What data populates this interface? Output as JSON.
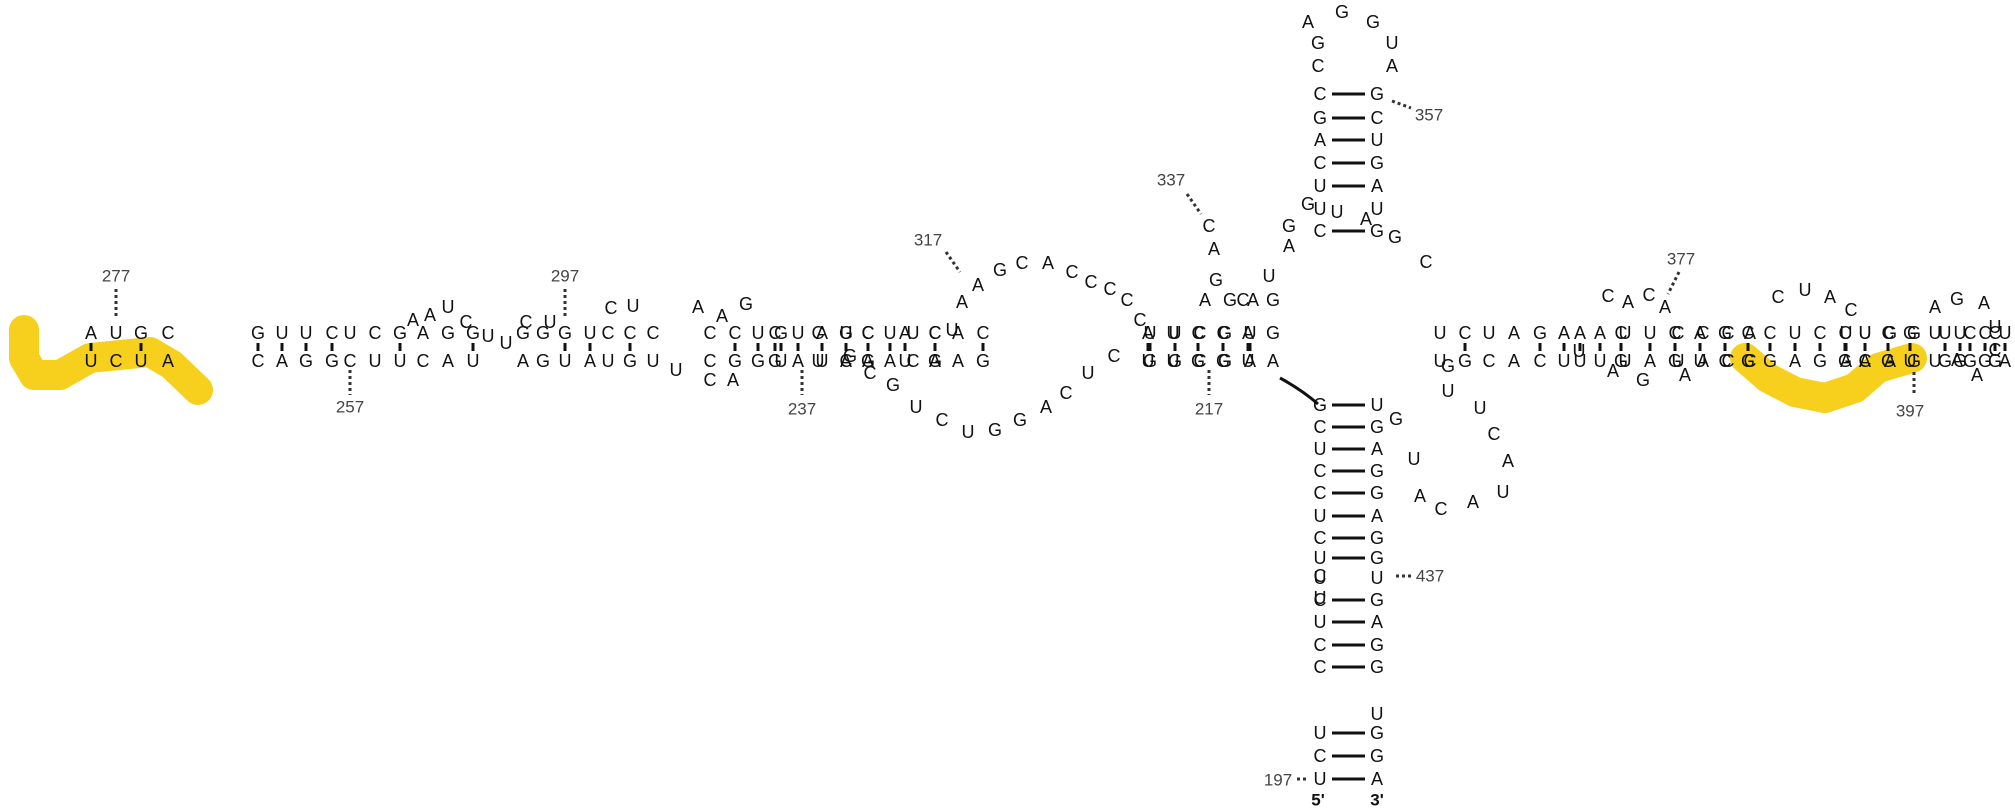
{
  "highlight_color": "#f7cf1d",
  "end_labels": {
    "five_prime": "5'",
    "three_prime": "3'"
  },
  "position_labels": [
    "197",
    "217",
    "237",
    "257",
    "277",
    "297",
    "317",
    "337",
    "357",
    "377",
    "397",
    "437"
  ],
  "pairs": [
    [
      "U",
      "A"
    ],
    [
      "C",
      "G"
    ],
    [
      "U",
      "G"
    ],
    [
      "C",
      "G"
    ],
    [
      "C",
      "G"
    ],
    [
      "U",
      "A"
    ],
    [
      "C",
      "G"
    ],
    [
      "U",
      "G"
    ],
    [
      "U",
      "U"
    ],
    [
      "G",
      "U"
    ],
    [
      "C",
      "G"
    ],
    [
      "U",
      "A"
    ],
    [
      "C",
      "G"
    ],
    [
      "C",
      "G"
    ],
    [
      "U",
      "A"
    ],
    [
      "C",
      "G"
    ],
    [
      "C",
      "G"
    ],
    [
      "G",
      "C"
    ],
    [
      "A",
      "U"
    ],
    [
      "C",
      "G"
    ],
    [
      "U",
      "A"
    ],
    [
      "U",
      "U"
    ],
    [
      "C",
      "G"
    ],
    [
      "G",
      "A"
    ],
    [
      "A",
      "U"
    ],
    [
      "C",
      "G"
    ],
    [
      "C",
      "G"
    ],
    [
      "U",
      "U"
    ],
    [
      "A",
      "U"
    ],
    [
      "C",
      "G"
    ],
    [
      "A",
      "U"
    ],
    [
      "C",
      "G"
    ],
    [
      "U",
      "A"
    ],
    [
      "C",
      "U"
    ],
    [
      "G",
      "U"
    ],
    [
      "U",
      "G"
    ],
    [
      "C",
      "G"
    ],
    [
      "C",
      "C"
    ],
    [
      "C",
      "U"
    ],
    [
      "C",
      "G"
    ],
    [
      "C",
      "U"
    ],
    [
      "U",
      "A"
    ],
    [
      "G",
      "U"
    ],
    [
      "G",
      "G"
    ],
    [
      "G",
      "A"
    ],
    [
      "G",
      "U"
    ],
    [
      "G",
      "A"
    ],
    [
      "A",
      "C"
    ],
    [
      "G",
      "U"
    ],
    [
      "C",
      "U"
    ],
    [
      "U",
      "C"
    ],
    [
      "C",
      "G"
    ],
    [
      "U",
      "G"
    ],
    [
      "U",
      "A"
    ],
    [
      "G",
      "C"
    ],
    [
      "U",
      "U"
    ],
    [
      "C",
      "G"
    ],
    [
      "U",
      "C"
    ],
    [
      "A",
      "A"
    ],
    [
      "G",
      "C"
    ],
    [
      "A",
      "U"
    ],
    [
      "C",
      "U"
    ],
    [
      "C",
      "A"
    ],
    [
      "C",
      "C"
    ],
    [
      "A",
      "C"
    ],
    [
      "G",
      "G"
    ],
    [
      "G",
      "A"
    ],
    [
      "U",
      "C"
    ],
    [
      "U",
      "A"
    ],
    [
      "C",
      "A"
    ],
    [
      "G",
      "U"
    ],
    [
      "U",
      "C"
    ],
    [
      "A",
      "U"
    ],
    [
      "A",
      "U"
    ],
    [
      "C",
      "G"
    ],
    [
      "A",
      "U"
    ],
    [
      "U",
      "A"
    ],
    [
      "G",
      "G"
    ],
    [
      "C",
      "C"
    ],
    [
      "U",
      "G"
    ],
    [
      "U",
      "G"
    ],
    [
      "C",
      "G"
    ],
    [
      "A",
      "A"
    ],
    [
      "C",
      "A"
    ],
    [
      "U",
      "C"
    ],
    [
      "U",
      "A"
    ],
    [
      "C",
      "A"
    ],
    [
      "G",
      "C"
    ],
    [
      "A",
      "U"
    ]
  ],
  "nucleotides": [
    "U",
    "C",
    "U",
    "G",
    "U",
    "A",
    "C",
    "A",
    "U",
    "A",
    "C",
    "U",
    "U",
    "G",
    "C",
    "G",
    "A",
    "U",
    "G",
    "G",
    "A",
    "U",
    "C",
    "G",
    "A",
    "C",
    "C",
    "G",
    "A",
    "G",
    "G",
    "U",
    "A",
    "A",
    "G",
    "G",
    "A",
    "C",
    "U",
    "C",
    "A",
    "G",
    "G",
    "U",
    "C",
    "U",
    "G",
    "C",
    "G",
    "U",
    "A",
    "A",
    "G",
    "C",
    "A",
    "C",
    "C",
    "C",
    "C",
    "C",
    "A",
    "C",
    "A",
    "U",
    "G",
    "A",
    "U",
    "C",
    "U",
    "C",
    "U",
    "U",
    "C",
    "U",
    "A",
    "A",
    "C",
    "A",
    "C",
    "A",
    "G",
    "A",
    "U",
    "A",
    "C",
    "U",
    "A",
    "C",
    "A",
    "G",
    "A",
    "U",
    "C",
    "A",
    "A",
    "C",
    "U",
    "U",
    "C",
    "C",
    "A",
    "A",
    "C",
    "C",
    "A",
    "G",
    "A",
    "C",
    "U",
    "A",
    "U",
    "C",
    "U",
    "A",
    "C",
    "U",
    "C",
    "U",
    "G",
    "U",
    "U",
    "U",
    "G",
    "G",
    "A",
    "C",
    "A",
    "C",
    "G",
    "C",
    "C",
    "A",
    "A",
    "U",
    "U",
    "A",
    "U",
    "C",
    "A",
    "U",
    "U",
    "A",
    "C",
    "A",
    "G",
    "A",
    "U",
    "G",
    "U",
    "C",
    "C",
    "A",
    "U",
    "U",
    "U",
    "G",
    "C",
    "C",
    "G",
    "G",
    "C",
    "A",
    "U",
    "G",
    "G",
    "A",
    "U",
    "G",
    "C",
    "U",
    "U",
    "G",
    "A",
    "U",
    "G",
    "A",
    "A",
    "C",
    "A",
    "A",
    "C",
    "U",
    "C",
    "C",
    "G",
    "U",
    "U",
    "U",
    "C",
    "A",
    "G",
    "U",
    "C",
    "G",
    "A",
    "C",
    "A",
    "G",
    "C",
    "G",
    "G",
    "U",
    "A",
    "C",
    "G",
    "A",
    "C",
    "A",
    "G",
    "U",
    "G",
    "G",
    "U",
    "A",
    "A",
    "U",
    "C",
    "A",
    "U",
    "A",
    "C",
    "U",
    "G",
    "A",
    "C",
    "U",
    "A",
    "C",
    "C",
    "G",
    "A",
    "U",
    "G",
    "U",
    "A",
    "C",
    "U",
    "G",
    "G",
    "G"
  ]
}
